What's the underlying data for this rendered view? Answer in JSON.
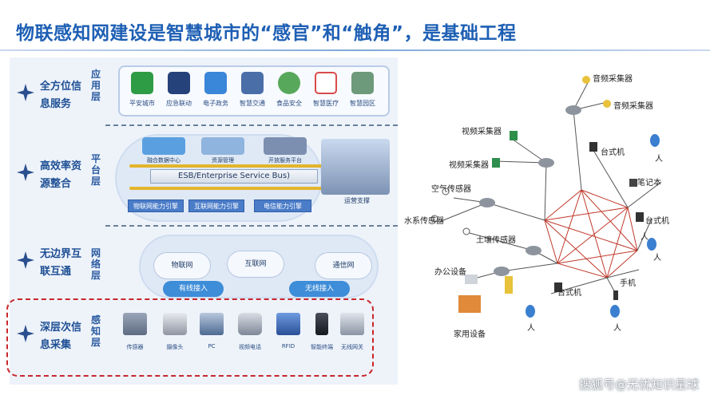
{
  "title": "物联感知网建设是智慧城市的“感官”和“触角”，是基础工程",
  "layers": [
    {
      "name": "全方位信息服务",
      "tag": "应用层"
    },
    {
      "name": "高效率资源整合",
      "tag": "平台层"
    },
    {
      "name": "无边界互联互通",
      "tag": "网络层"
    },
    {
      "name": "深层次信息采集",
      "tag": "感知层"
    }
  ],
  "apps": [
    {
      "label": "平安城市",
      "color": "#2e9b45"
    },
    {
      "label": "应急联动",
      "color": "#26427a"
    },
    {
      "label": "电子政务",
      "color": "#3a86d8"
    },
    {
      "label": "智慧交通",
      "color": "#4a6ea8"
    },
    {
      "label": "食品安全",
      "color": "#58a85c"
    },
    {
      "label": "智慧医疗",
      "color": "#d94a4a"
    },
    {
      "label": "智慧园区",
      "color": "#6d9a7a"
    }
  ],
  "platform": {
    "services": [
      "融合数据中心",
      "资源管理",
      "开放服务平台"
    ],
    "esb": "ESB/Enterprise Service Bus)",
    "extensions": [
      "物联网能力引擎",
      "互联网能力引擎",
      "电信能力引擎"
    ],
    "support": "运营支撑"
  },
  "network": {
    "clouds": [
      "物联网",
      "互联网",
      "通信网"
    ],
    "access": [
      "有线接入",
      "无线接入"
    ]
  },
  "devices": [
    {
      "label": "传感器"
    },
    {
      "label": "摄像头"
    },
    {
      "label": "PC"
    },
    {
      "label": "视频电话"
    },
    {
      "label": "RFID"
    },
    {
      "label": "智能终端"
    },
    {
      "label": "无线网关"
    }
  ],
  "iot_network": {
    "labels": [
      "音频采集器",
      "音频采集器",
      "视频采集器",
      "视频采集器",
      "台式机",
      "人",
      "笔记本",
      "人",
      "空气传感器",
      "水系传感器",
      "台式机",
      "土壤传感器",
      "人",
      "办公设备",
      "手机",
      "台式机",
      "家用设备",
      "人",
      "人"
    ]
  },
  "watermark": "搜狐号@无忧知识星球",
  "colors": {
    "title": "#1e5fb4",
    "sense_box": "#c8262b",
    "accent": "#3d8dd8"
  }
}
